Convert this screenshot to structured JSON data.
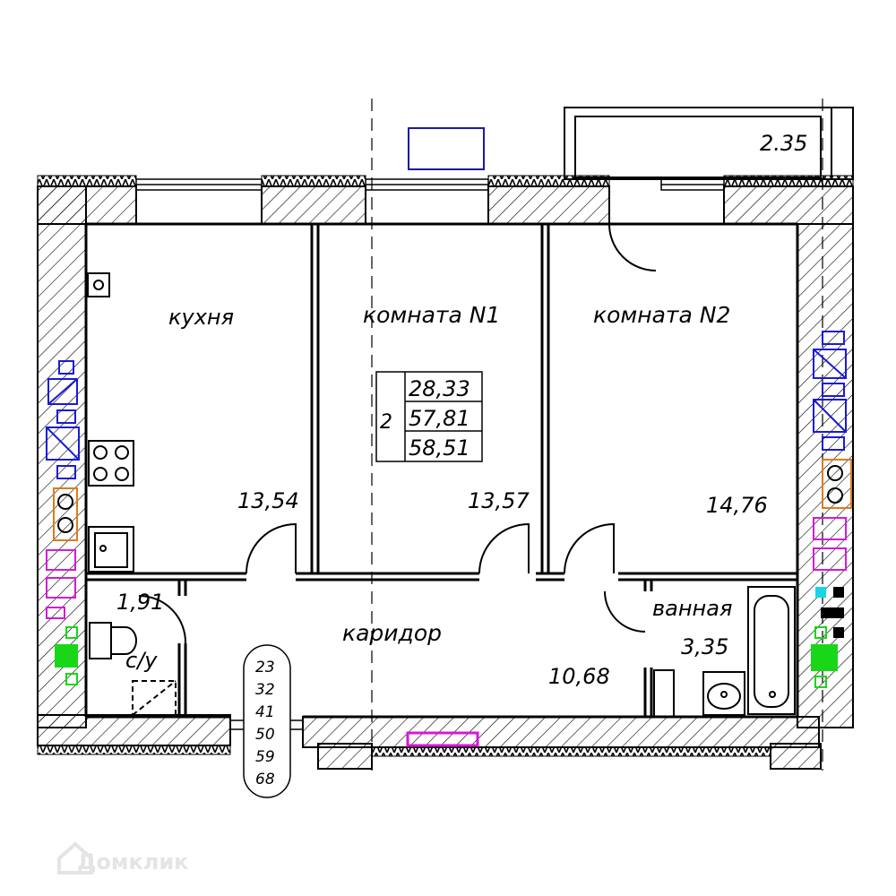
{
  "rooms": {
    "kitchen": {
      "name": "кухня",
      "area": "13,54"
    },
    "room1": {
      "name": "комната N1",
      "area": "13,57"
    },
    "room2": {
      "name": "комната N2",
      "area": "14,76"
    },
    "corridor": {
      "name": "каридор",
      "area": "10,68"
    },
    "bathroom": {
      "name": "ванная",
      "area": "3,35"
    },
    "wc": {
      "name": "с/у",
      "area": "1,91"
    },
    "balcony": {
      "area": "2.35"
    }
  },
  "summary": {
    "rooms_count": "2",
    "living_area": "28,33",
    "total_area": "57,81",
    "total_with_balcony": "58,51"
  },
  "floors": [
    "23",
    "32",
    "41",
    "50",
    "59",
    "68"
  ],
  "watermark": "Домклик",
  "colors": {
    "wall": "#000000",
    "vent_blue": "#1a1ad6",
    "duct_orange": "#e07a1a",
    "magenta": "#d41ad4",
    "green": "#19d619",
    "cyan": "#19d6e6",
    "stair_highlight": "#1a1aa0"
  }
}
